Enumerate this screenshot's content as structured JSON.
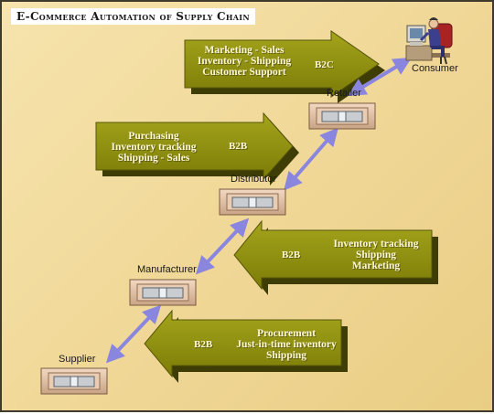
{
  "title": "E-Commerce Automation of Supply Chain",
  "nodes": {
    "consumer": "Consumer",
    "retailer": "Retailer",
    "distributor": "Distributor",
    "manufacturer": "Manufacturer",
    "supplier": "Supplier"
  },
  "arrows": {
    "b2c": {
      "tag": "B2C",
      "lines": [
        "Marketing - Sales",
        "Inventory - Shipping",
        "Customer Support"
      ]
    },
    "b2b_distributor": {
      "tag": "B2B",
      "lines": [
        "Purchasing",
        "Inventory tracking",
        "Shipping - Sales"
      ]
    },
    "b2b_manufacturer": {
      "tag": "B2B",
      "lines": [
        "Inventory tracking",
        "Shipping",
        "Marketing"
      ]
    },
    "b2b_supplier": {
      "tag": "B2B",
      "lines": [
        "Procurement",
        "Just-in-time inventory",
        "Shipping"
      ]
    }
  },
  "colors": {
    "arrow_fill": "#8a8a10",
    "arrow_dark": "#4d4d05",
    "connector": "#8a86e0",
    "background": "#f1d99a"
  }
}
